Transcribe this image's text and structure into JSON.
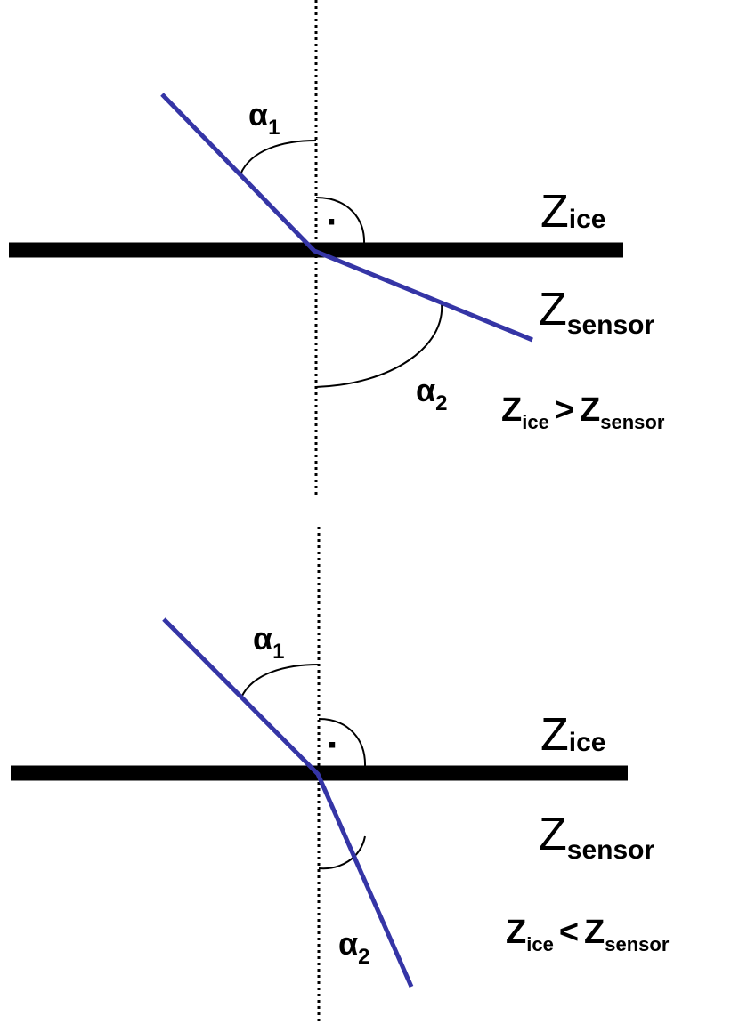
{
  "colors": {
    "ray": "#3535a6",
    "interface": "#000000",
    "arc": "#000000",
    "normal": "#000000",
    "background": "#ffffff"
  },
  "panels": [
    {
      "id": "top",
      "alpha1": {
        "symbol": "α",
        "sub": "1"
      },
      "alpha2": {
        "symbol": "α",
        "sub": "2"
      },
      "right_angle_mark": "·",
      "medium_upper": {
        "symbol": "Z",
        "sub": "ice"
      },
      "medium_lower": {
        "symbol": "Z",
        "sub": "sensor"
      },
      "relation": {
        "left": "Z",
        "left_sub": "ice",
        "op": ">",
        "right": "Z",
        "right_sub": "sensor"
      }
    },
    {
      "id": "bottom",
      "alpha1": {
        "symbol": "α",
        "sub": "1"
      },
      "alpha2": {
        "symbol": "α",
        "sub": "2"
      },
      "right_angle_mark": "·",
      "medium_upper": {
        "symbol": "Z",
        "sub": "ice"
      },
      "medium_lower": {
        "symbol": "Z",
        "sub": "sensor"
      },
      "relation": {
        "left": "Z",
        "left_sub": "ice",
        "op": "<",
        "right": "Z",
        "right_sub": "sensor"
      }
    }
  ]
}
